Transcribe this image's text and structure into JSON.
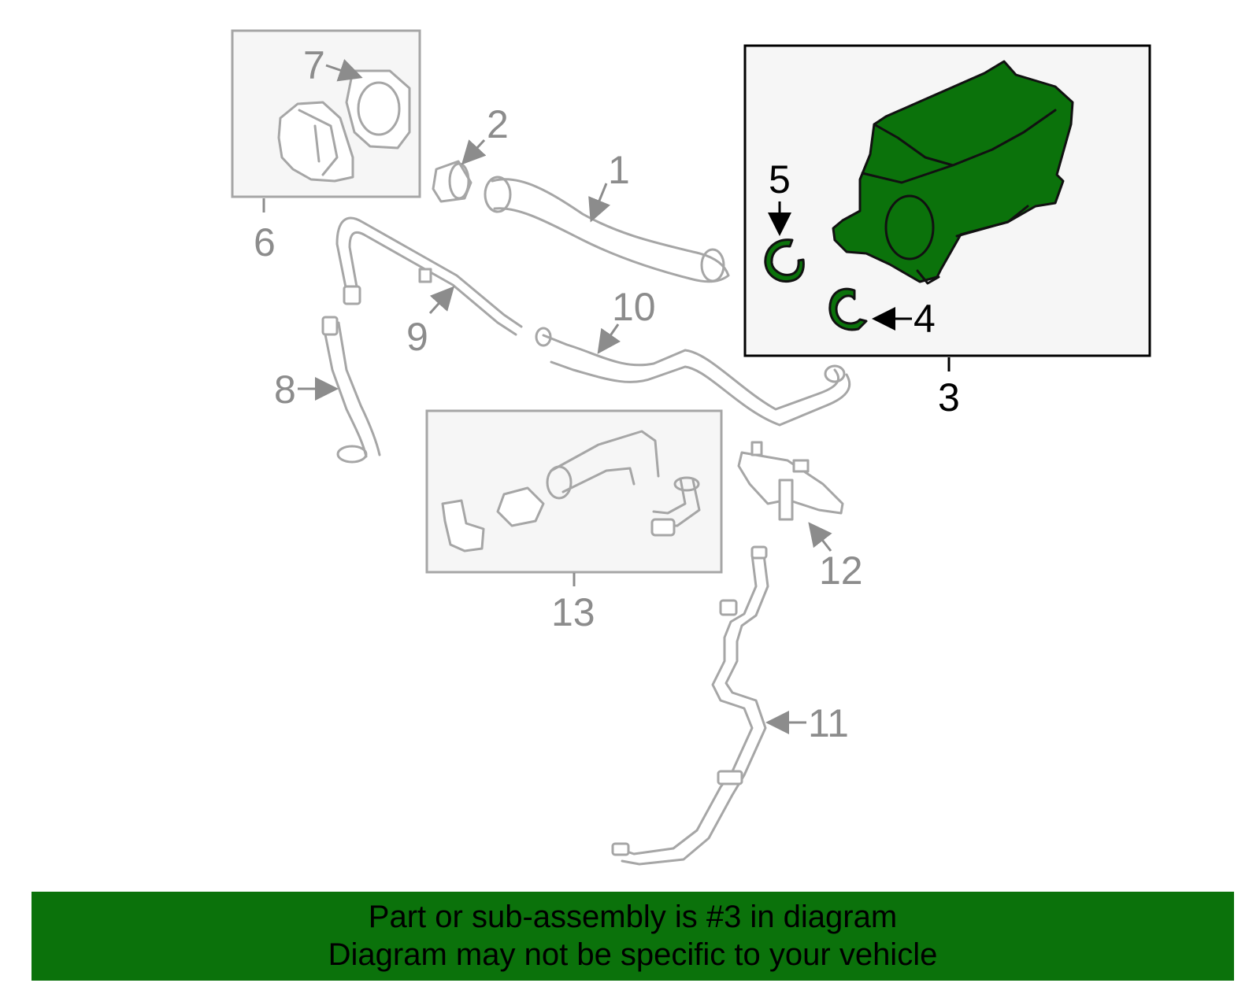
{
  "colors": {
    "highlight_fill": "#0b720b",
    "part_outline": "#a6a6a6",
    "callout_grey": "#8c8c8c",
    "banner": "#0b720b"
  },
  "callouts": {
    "c1": "1",
    "c2": "2",
    "c3": "3",
    "c4": "4",
    "c5": "5",
    "c6": "6",
    "c7": "7",
    "c8": "8",
    "c9": "9",
    "c10": "10",
    "c11": "11",
    "c12": "12",
    "c13": "13"
  },
  "highlighted_part": "3",
  "footer": {
    "line1": "Part or sub-assembly is #3 in diagram",
    "line2": "Diagram may not be specific to your vehicle"
  }
}
